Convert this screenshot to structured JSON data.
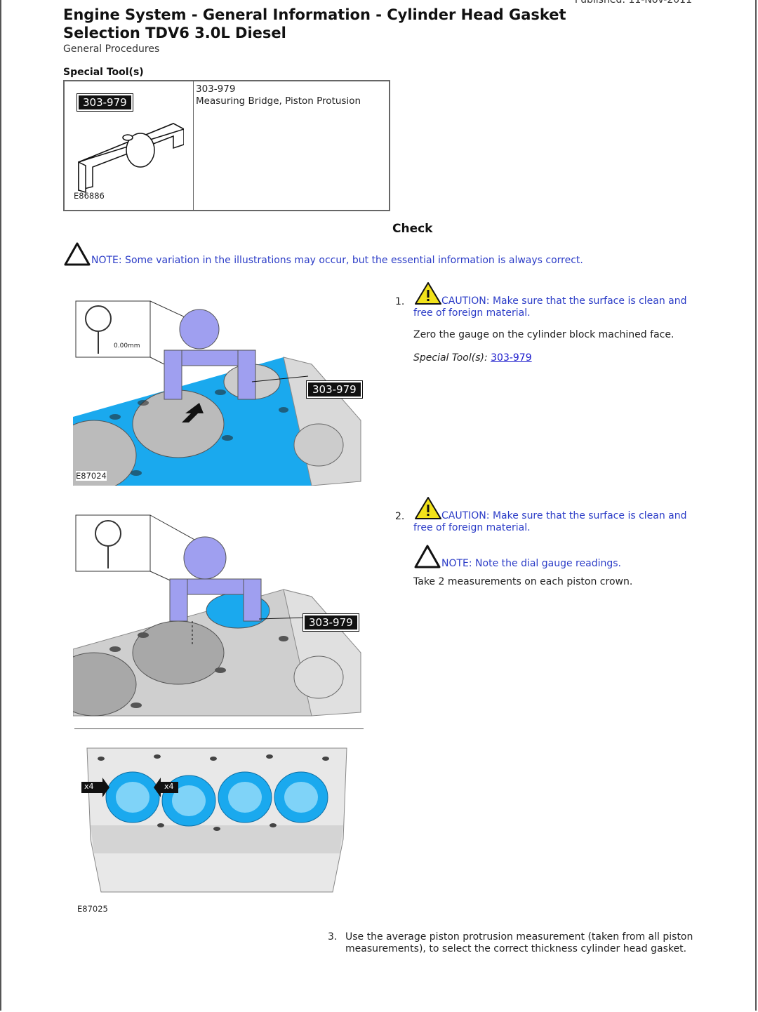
{
  "header": {
    "published": "Published: 11-Nov-2011",
    "title": "Engine System - General Information - Cylinder Head Gasket Selection TDV6 3.0L Diesel",
    "subtitle": "General Procedures"
  },
  "special_tools": {
    "heading": "Special Tool(s)",
    "tool_tag": "303-979",
    "image_code": "E86886",
    "tool_number": "303-979",
    "tool_name": "Measuring Bridge, Piston Protusion"
  },
  "check": {
    "heading": "Check",
    "note": "NOTE: Some variation in the illustrations may occur, but the essential information is always correct."
  },
  "figures": {
    "fig1_code": "E87024",
    "fig1_tag": "303-979",
    "fig1_gauge_value": "0.00mm",
    "fig2_tag": "303-979",
    "fig3_code": "E87025",
    "fig3_badge_left": "x4",
    "fig3_badge_right": "x4"
  },
  "steps": [
    {
      "number": "1.",
      "caution": "CAUTION: Make sure that the surface is clean and free of foreign material.",
      "text": "Zero the gauge on the cylinder block machined face.",
      "special_tools_label": "Special Tool(s):",
      "special_tools_link": "303-979"
    },
    {
      "number": "2.",
      "caution": "CAUTION: Make sure that the surface is clean and free of foreign material.",
      "note": "NOTE: Note the dial gauge readings.",
      "text": "Take 2 measurements on each piston crown."
    },
    {
      "number": "3.",
      "text": "Use the average piston protrusion measurement (taken from all piston measurements), to select the correct thickness cylinder head gasket."
    }
  ],
  "colors": {
    "caution_yellow": "#f2e21a",
    "link_blue": "#2b3cc7",
    "gasket_blue": "#1aa9ee",
    "tool_purple": "#9f9ff0"
  }
}
